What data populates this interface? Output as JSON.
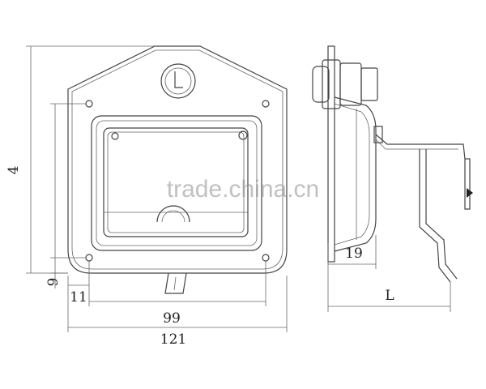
{
  "dimensions": {
    "height": "4",
    "bottom_offset": "9",
    "left_offset": "11",
    "hole_spacing": "99",
    "overall_width": "121",
    "depth": "19",
    "length": "L"
  },
  "watermark": "trade.china.cn",
  "colors": {
    "line": "#444444",
    "background": "#ffffff",
    "watermark": "#8f8f8f"
  }
}
